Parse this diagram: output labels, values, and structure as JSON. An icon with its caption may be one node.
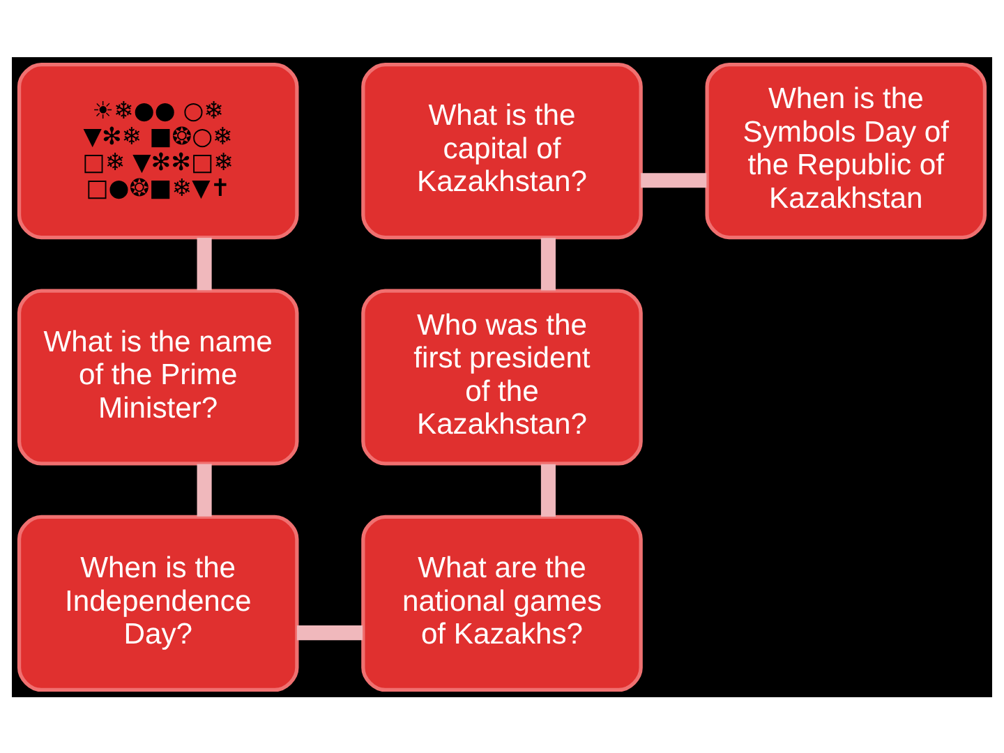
{
  "diagram": {
    "nodes": [
      {
        "text": [
          "☀❄●● ○❄ ▼✻❄ ■❂○❄ □❄ ▼✻✻□❄ □●❂■❄▼✝"
        ]
      },
      {
        "text": [
          "What is the capital of Kazakhstan?"
        ]
      },
      {
        "text": [
          "When is the Symbols Day of the Republic of Kazakhstan"
        ]
      },
      {
        "text": [
          "What is the name of the Prime Minister?"
        ]
      },
      {
        "text": [
          "Who was the first president of the Kazakhstan?"
        ]
      },
      {
        "text": [
          "When is the Independence Day?"
        ]
      },
      {
        "text": [
          "What are the national games of Kazakhs?"
        ]
      }
    ],
    "edges": [
      {
        "from": 0,
        "to": 3,
        "arrow": "none"
      },
      {
        "from": 3,
        "to": 5,
        "arrow": "none"
      },
      {
        "from": 5,
        "to": 6,
        "arrow": "none"
      },
      {
        "from": 6,
        "to": 4,
        "arrow": "none"
      },
      {
        "from": 4,
        "to": 1,
        "arrow": "none"
      },
      {
        "from": 1,
        "to": 2,
        "arrow": "none"
      }
    ]
  }
}
